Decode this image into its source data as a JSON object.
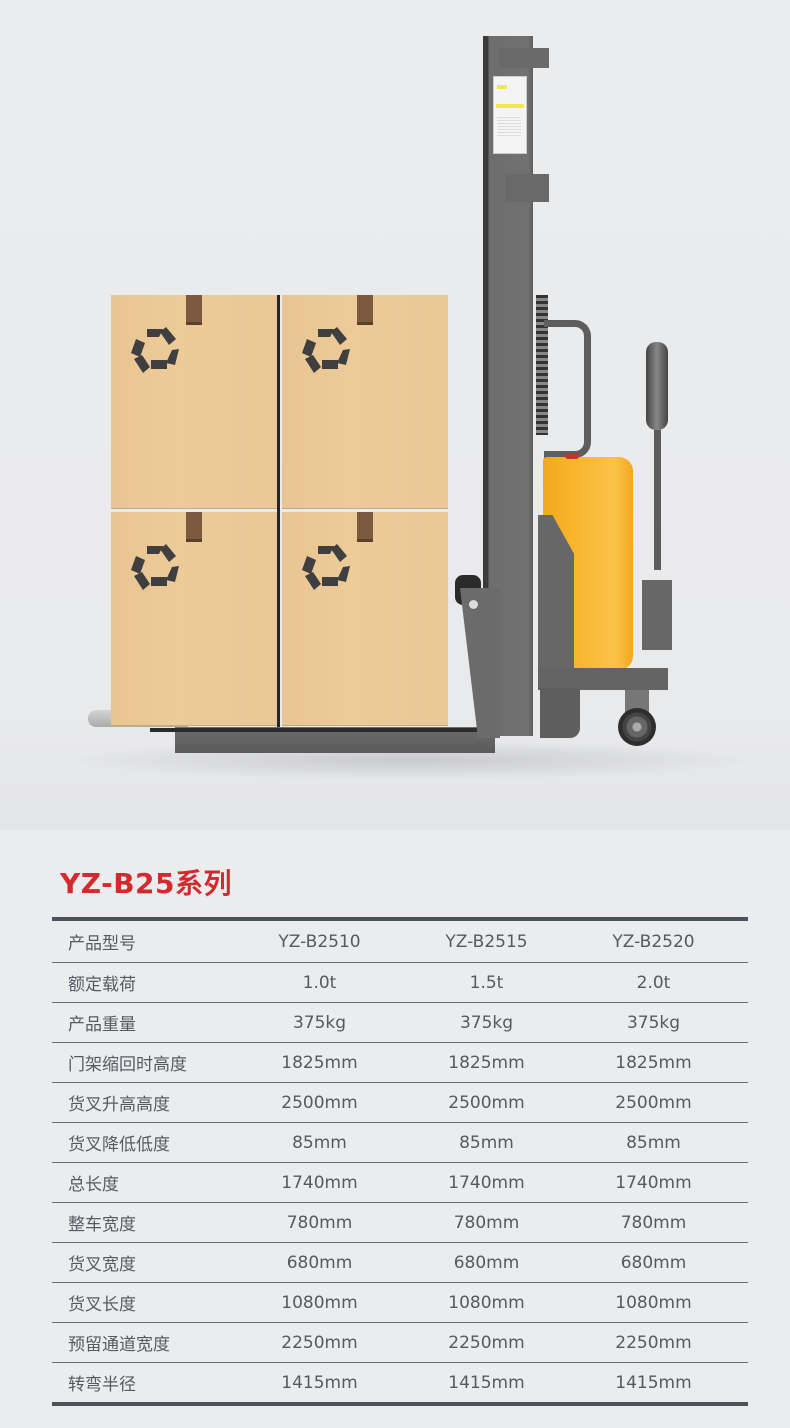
{
  "hero": {
    "product": "electric-walkie-stacker",
    "boxes": [
      {
        "position": "top-left",
        "icon": "recycle-icon"
      },
      {
        "position": "top-right",
        "icon": "recycle-icon"
      },
      {
        "position": "bottom-left",
        "icon": "recycle-icon"
      },
      {
        "position": "bottom-right",
        "icon": "recycle-icon"
      }
    ],
    "colors": {
      "battery": "#f9b730",
      "frame": "#6d6d6d",
      "box": "#edcb99",
      "tape": "#7b5a40"
    }
  },
  "series_title": "YZ-B25系列",
  "colors": {
    "accent": "#d42a2f",
    "text": "#555a62",
    "rule": "#4d5159",
    "background": "#ebecee"
  },
  "spec_table": {
    "rows": [
      {
        "label": "产品型号",
        "values": [
          "YZ-B2510",
          "YZ-B2515",
          "YZ-B2520"
        ]
      },
      {
        "label": "额定载荷",
        "values": [
          "1.0t",
          "1.5t",
          "2.0t"
        ]
      },
      {
        "label": "产品重量",
        "values": [
          "375kg",
          "375kg",
          "375kg"
        ]
      },
      {
        "label": "门架缩回时高度",
        "values": [
          "1825mm",
          "1825mm",
          "1825mm"
        ]
      },
      {
        "label": "货叉升高高度",
        "values": [
          "2500mm",
          "2500mm",
          "2500mm"
        ]
      },
      {
        "label": "货叉降低低度",
        "values": [
          "85mm",
          "85mm",
          "85mm"
        ]
      },
      {
        "label": "总长度",
        "values": [
          "1740mm",
          "1740mm",
          "1740mm"
        ]
      },
      {
        "label": "整车宽度",
        "values": [
          "780mm",
          "780mm",
          "780mm"
        ]
      },
      {
        "label": "货叉宽度",
        "values": [
          "680mm",
          "680mm",
          "680mm"
        ]
      },
      {
        "label": "货叉长度",
        "values": [
          "1080mm",
          "1080mm",
          "1080mm"
        ]
      },
      {
        "label": "预留通道宽度",
        "values": [
          "2250mm",
          "2250mm",
          "2250mm"
        ]
      },
      {
        "label": "转弯半径",
        "values": [
          "1415mm",
          "1415mm",
          "1415mm"
        ]
      }
    ]
  }
}
